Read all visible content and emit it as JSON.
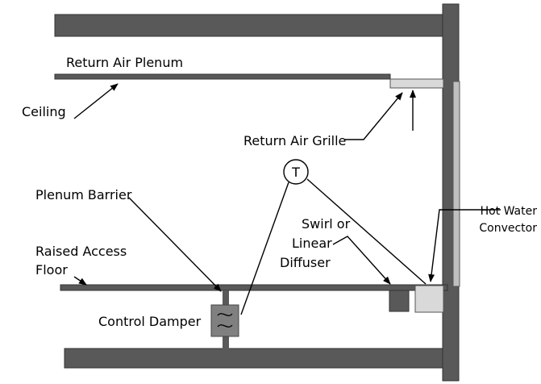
{
  "labels": {
    "return_air_plenum": "Return Air Plenum",
    "ceiling": "Ceiling",
    "return_air_grille": "Return Air Grille",
    "plenum_barrier": "Plenum Barrier",
    "raised_access_floor_line1": "Raised Access",
    "raised_access_floor_line2": "Floor",
    "swirl_line1": "Swirl or",
    "swirl_line2": "Linear",
    "swirl_line3": "Diffuser",
    "hot_water_line1": "Hot Water",
    "hot_water_line2": "Convector",
    "control_damper": "Control Damper",
    "thermostat": "T"
  },
  "colors": {
    "slab": "#595959",
    "wall": "#595959",
    "panel": "#bfbfbf",
    "grille": "#d9d9d9",
    "convector": "#d9d9d9",
    "diffuser": "#595959",
    "damper": "#808080"
  }
}
